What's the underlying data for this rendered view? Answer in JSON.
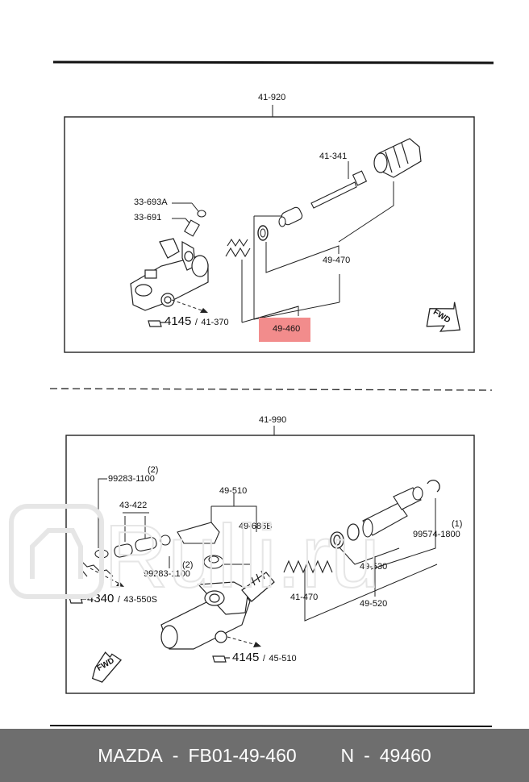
{
  "top_box": {
    "assembly": "41-920",
    "labels": {
      "p33693a": "33-693A",
      "p33691": "33-691",
      "p41341": "41-341",
      "p49470": "49-470",
      "p49460": "49-460",
      "p41370": "41-370",
      "ref_num": "4145"
    },
    "fwd": "FWD",
    "highlight_color": "#f28c8c"
  },
  "bottom_box": {
    "assembly": "41-990",
    "labels": {
      "p99283_top": "99283-1100",
      "q_top": "(2)",
      "p43422": "43-422",
      "p49510": "49-510",
      "p49686b": "49-686B",
      "p99283_bot": "99283-1100",
      "q_bot": "(2)",
      "p99574": "99574-1800",
      "q_99574": "(1)",
      "p49530": "49-530",
      "p41470": "41-470",
      "p49520": "49-520",
      "p43550s": "43-550S",
      "ref_4340": "4340",
      "p45510": "45-510",
      "ref_4145": "4145"
    },
    "fwd": "FWD"
  },
  "footer": {
    "brand": "MAZDA",
    "sep": "-",
    "part": "FB01-49-460",
    "n_label": "N",
    "n_sep": "-",
    "n_value": "49460",
    "bg": "#6e6e6e"
  },
  "watermark": "Rulli.ru"
}
